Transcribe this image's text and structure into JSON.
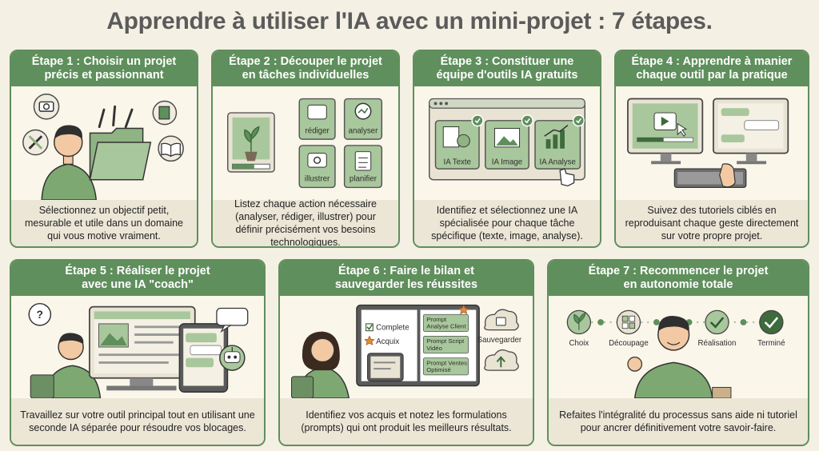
{
  "title": "Apprendre à utiliser l'IA avec un mini-projet : 7 étapes.",
  "steps": [
    {
      "heading": [
        "Étape 1 : Choisir un projet",
        "précis et passionnant"
      ],
      "text": "Sélectionnez un objectif petit, mesurable et utile dans un domaine qui vous motive vraiment."
    },
    {
      "heading": [
        "Étape 2 : Découper le projet",
        "en tâches individuelles"
      ],
      "text": "Listez chaque action nécessaire (analyser, rédiger, illustrer) pour définir précisément vos besoins technologiques.",
      "tasks": [
        "rédiger",
        "analyser",
        "illustrer",
        "planifier"
      ]
    },
    {
      "heading": [
        "Étape 3 : Constituer une",
        "équipe d'outils IA gratuits"
      ],
      "text": "Identifiez et sélectionnez une IA spécialisée pour chaque tâche spécifique (texte, image, analyse).",
      "tools": [
        "IA Texte",
        "IA Image",
        "IA Analyse"
      ]
    },
    {
      "heading": [
        "Étape 4 : Apprendre à manier",
        "chaque outil par la pratique"
      ],
      "text": "Suivez des tutoriels ciblés en reproduisant chaque geste directement sur votre propre projet."
    },
    {
      "heading": [
        "Étape 5 : Réaliser le projet",
        "avec une IA \"coach\""
      ],
      "text": "Travaillez sur votre outil principal tout en utilisant une seconde IA séparée pour résoudre vos blocages."
    },
    {
      "heading": [
        "Étape 6 : Faire le bilan et",
        "sauvegarder les réussites"
      ],
      "text": "Identifiez vos acquis et notez les formulations (prompts) qui ont produit les meilleurs résultats.",
      "checklist": [
        "Complete",
        "Acquix"
      ],
      "prompts": [
        [
          "Prompt",
          "Analyse Client"
        ],
        [
          "Prompt Script",
          "Vidéo"
        ],
        [
          "Prompt Ventes",
          "Optimisé"
        ]
      ],
      "save_label": "Sauvegarder"
    },
    {
      "heading": [
        "Étape 7 : Recommencer le projet",
        "en autonomie totale"
      ],
      "text": "Refaites l'intégralité du processus sans aide ni tutoriel pour ancrer définitivement votre savoir-faire.",
      "stages": [
        "Choix",
        "Découpage",
        "Réalisation",
        "Terminé"
      ]
    }
  ],
  "colors": {
    "background": "#f4f0e4",
    "card": "#faf6ea",
    "header_green": "#5f8f5c",
    "light_green": "#a9c79c",
    "dark_green": "#3e6b3d",
    "footer": "#ebe6d6"
  },
  "icons": [
    "camera-icon",
    "wrench-icon",
    "folder-icon",
    "book-icon",
    "pencil-icon",
    "plant-icon",
    "chat-icon",
    "chart-icon",
    "clipboard-icon",
    "image-icon",
    "brain-icon",
    "checkmark-icon",
    "play-icon",
    "keyboard-icon",
    "question-icon",
    "robot-icon",
    "star-icon",
    "cloud-icon"
  ]
}
